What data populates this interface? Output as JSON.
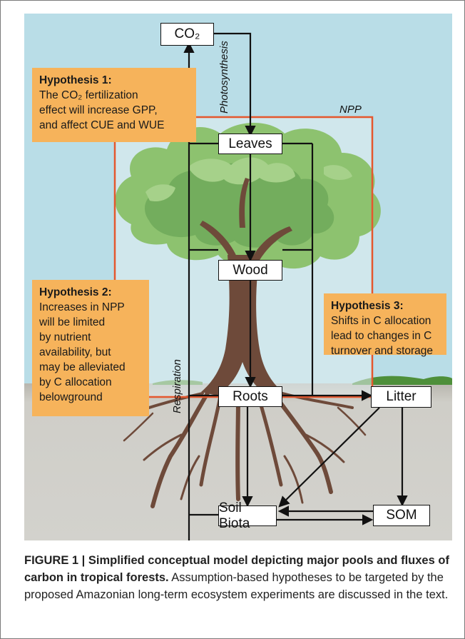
{
  "nodes": {
    "co2": "CO₂",
    "leaves": "Leaves",
    "wood": "Wood",
    "roots": "Roots",
    "litter": "Litter",
    "soil_biota": "Soil Biota",
    "som": "SOM"
  },
  "flux_labels": {
    "photosynthesis": "Photosynthesis",
    "respiration": "Respiration",
    "npp": "NPP"
  },
  "hypotheses": [
    {
      "title": "Hypothesis 1:",
      "body": "The CO₂ fertilization\neffect will increase GPP,\nand affect CUE and WUE"
    },
    {
      "title": "Hypothesis 2:",
      "body": "Increases in NPP\nwill be limited\nby nutrient\navailability, but\nmay be alleviated\nby C allocation\nbelowground"
    },
    {
      "title": "Hypothesis 3:",
      "body": "Shifts in C allocation\nlead to changes in C\nturnover and storage"
    }
  ],
  "caption": {
    "bold": "FIGURE 1 | Simplified conceptual model depicting major pools and fluxes of carbon in tropical forests.",
    "text": " Assumption-based hypotheses to be targeted by the proposed Amazonian long-term ecosystem experiments are discussed in the text."
  },
  "colors": {
    "sky": "#b9dde7",
    "ground": "#c9c8c1",
    "foliage": "#8dc26f",
    "trunk": "#6e4a3a",
    "npp_box": "#e4572e",
    "hypothesis_box": "#f6b35b"
  }
}
